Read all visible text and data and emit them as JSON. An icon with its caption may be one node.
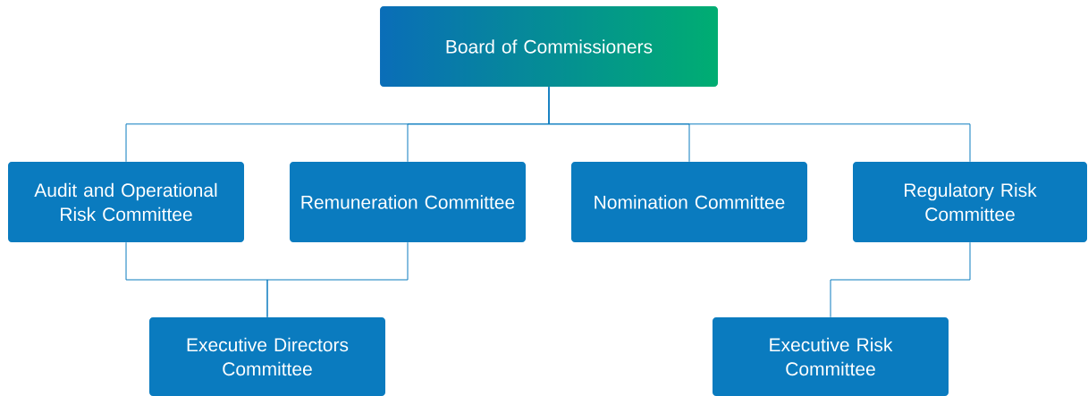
{
  "diagram": {
    "nodes": [
      {
        "text": [
          "Board of Commissioners"
        ]
      },
      {
        "text": [
          "Audit and Operational Risk Committee"
        ]
      },
      {
        "text": [
          "Remuneration Committee"
        ]
      },
      {
        "text": [
          "Nomination Committee"
        ]
      },
      {
        "text": [
          "Regulatory Risk Committee"
        ]
      },
      {
        "text": [
          "Executive Directors Committee"
        ]
      },
      {
        "text": [
          "Executive Risk Committee"
        ]
      }
    ],
    "edges": [
      {
        "from": 0,
        "to": 1,
        "arrow": "none"
      },
      {
        "from": 0,
        "to": 2,
        "arrow": "none"
      },
      {
        "from": 0,
        "to": 3,
        "arrow": "none"
      },
      {
        "from": 0,
        "to": 4,
        "arrow": "none"
      },
      {
        "from": 1,
        "to": 5,
        "arrow": "none"
      },
      {
        "from": 2,
        "to": 5,
        "arrow": "none"
      },
      {
        "from": 4,
        "to": 6,
        "arrow": "none"
      }
    ]
  }
}
